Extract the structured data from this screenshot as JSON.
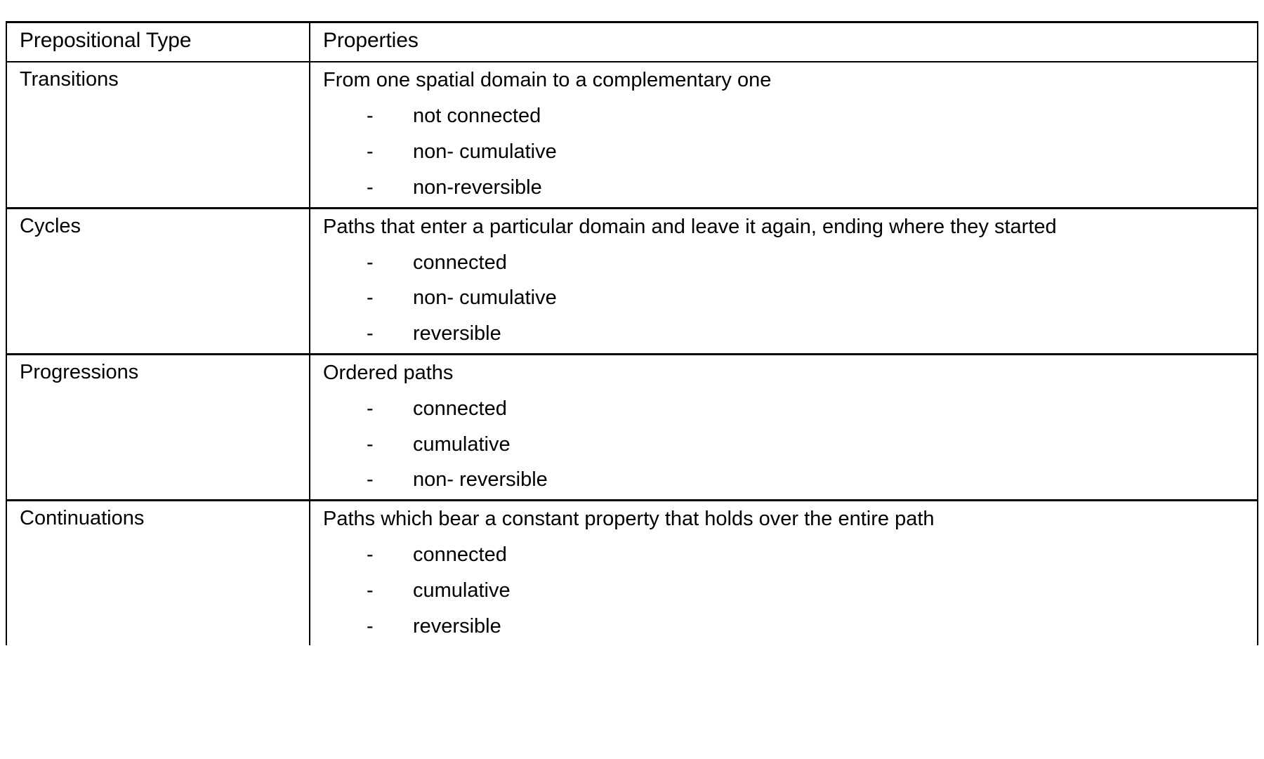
{
  "table": {
    "headers": {
      "type": "Prepositional Type",
      "properties": "Properties"
    },
    "rows": [
      {
        "type": "Transitions",
        "description": "From one spatial domain to a complementary one",
        "bullets": [
          "not connected",
          "non- cumulative",
          "non-reversible"
        ]
      },
      {
        "type": "Cycles",
        "description": "Paths that enter a particular domain and leave it again, ending where they started",
        "bullets": [
          "connected",
          "non- cumulative",
          "reversible"
        ]
      },
      {
        "type": "Progressions",
        "description": "Ordered paths",
        "bullets": [
          "connected",
          "cumulative",
          "non- reversible"
        ]
      },
      {
        "type": "Continuations",
        "description": "Paths which bear a constant property that holds over the entire path",
        "bullets": [
          "connected",
          "cumulative",
          "reversible"
        ]
      }
    ],
    "bullet_marker": "-"
  },
  "colors": {
    "border": "#000000",
    "text": "#000000",
    "background": "#ffffff"
  }
}
